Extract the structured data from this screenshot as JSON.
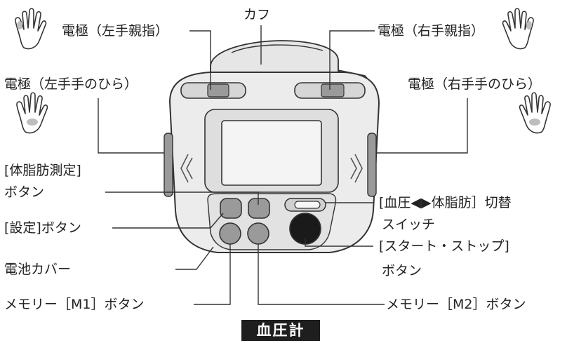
{
  "labels": {
    "cuff": "カフ",
    "electrode_left_thumb": "電極（左手親指）",
    "electrode_right_thumb": "電極（右手親指）",
    "electrode_left_palm": "電極（左手手のひら）",
    "electrode_right_palm": "電極（右手手のひら）",
    "body_fat_measure_line1": "[体脂肪測定]",
    "body_fat_measure_line2": "ボタン",
    "settings_button": "[設定]ボタン",
    "battery_cover": "電池カバー",
    "memory_m1": "メモリー［M1］ボタン",
    "mode_switch_line1": "[血圧◀▶体脂肪］切替",
    "mode_switch_line2": "スイッチ",
    "start_stop_line1": "[スタート・ストップ]",
    "start_stop_line2": "ボタン",
    "memory_m2": "メモリー［M2］ボタン"
  },
  "caption": "血圧計",
  "colors": {
    "device_body": "#ececec",
    "device_outline": "#333333",
    "start_button": "#1a1a1a",
    "small_buttons": "#9a9a9a",
    "electrode_highlight": "#bdbdbd",
    "caption_bg": "#1e1e1e"
  },
  "icons": [
    "hand-icon-left-thumb",
    "hand-icon-right-thumb",
    "hand-icon-left-palm",
    "hand-icon-right-palm"
  ]
}
